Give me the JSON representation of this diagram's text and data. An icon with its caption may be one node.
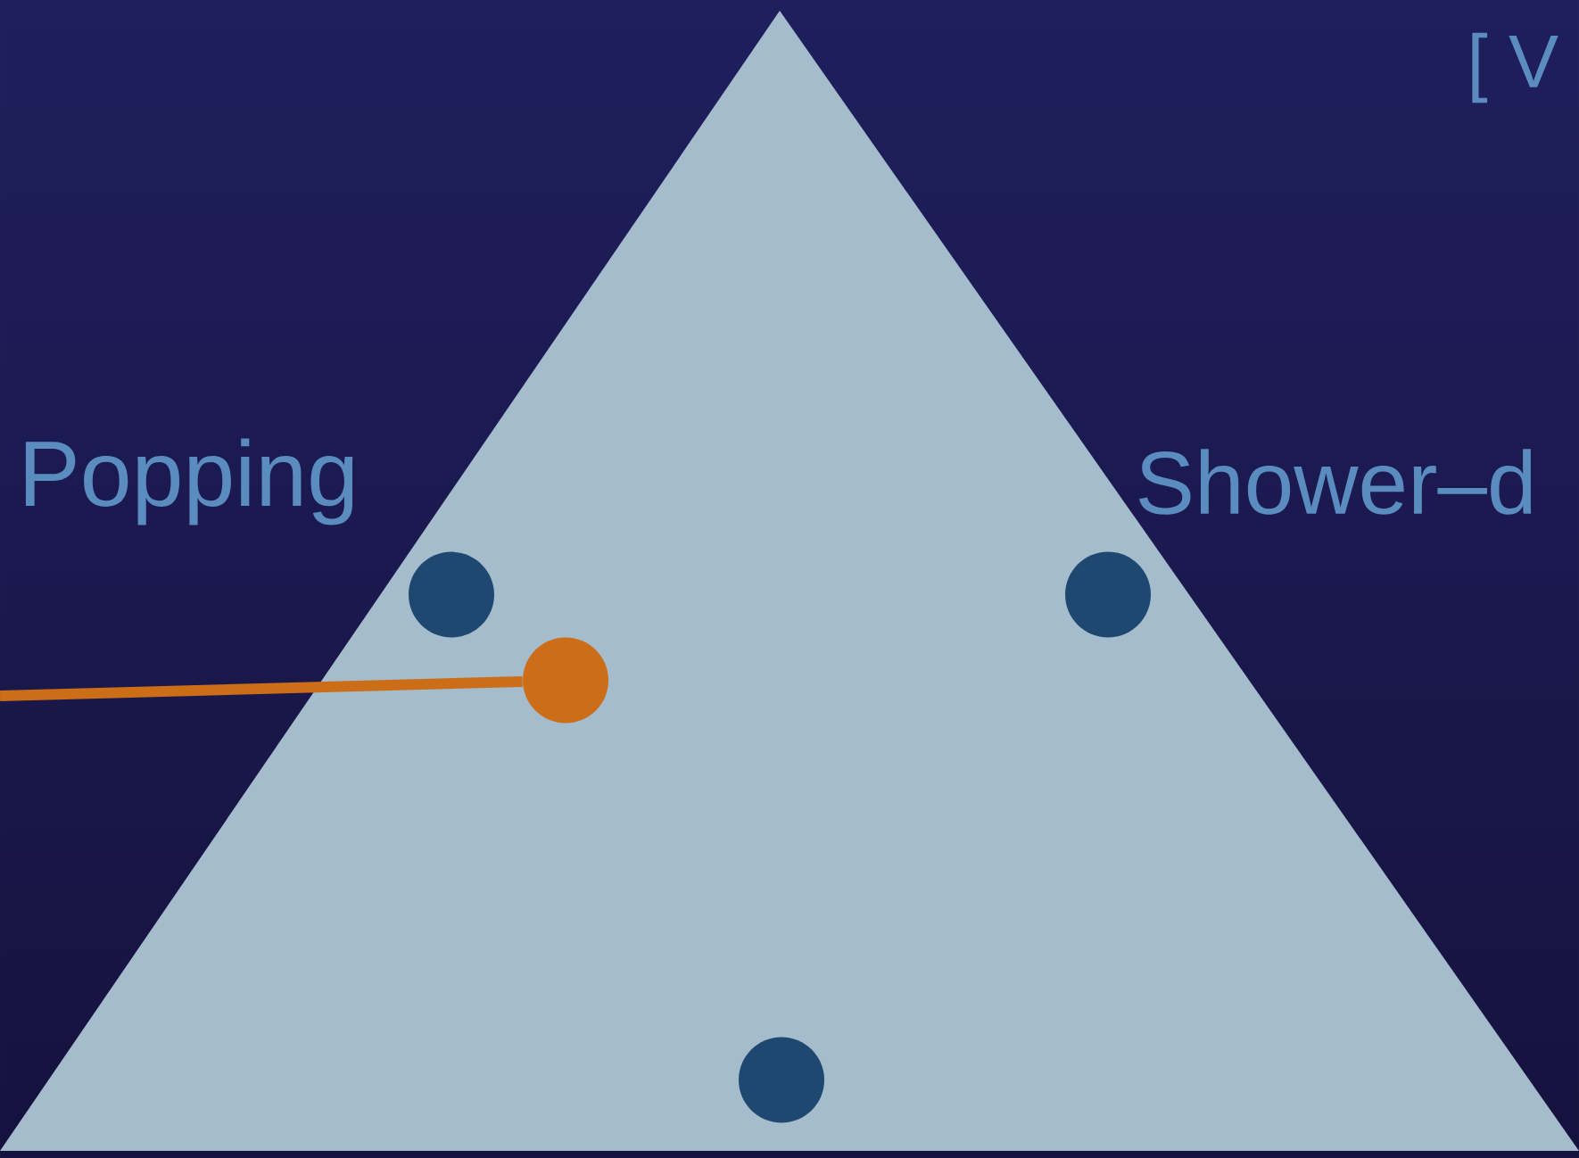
{
  "diagram": {
    "nodes": [
      {
        "text": [],
        "shape": "triangle"
      },
      {
        "text": [],
        "shape": "circle",
        "in": 0
      },
      {
        "text": [],
        "shape": "circle",
        "in": 0
      },
      {
        "text": [],
        "shape": "circle",
        "in": 0
      },
      {
        "text": [],
        "shape": "circle",
        "in": 0
      }
    ],
    "edges": [
      {
        "from": null,
        "to": 4,
        "arrow": "none"
      }
    ],
    "labels": [
      "[ V",
      "Popping",
      "Shower–d"
    ]
  }
}
